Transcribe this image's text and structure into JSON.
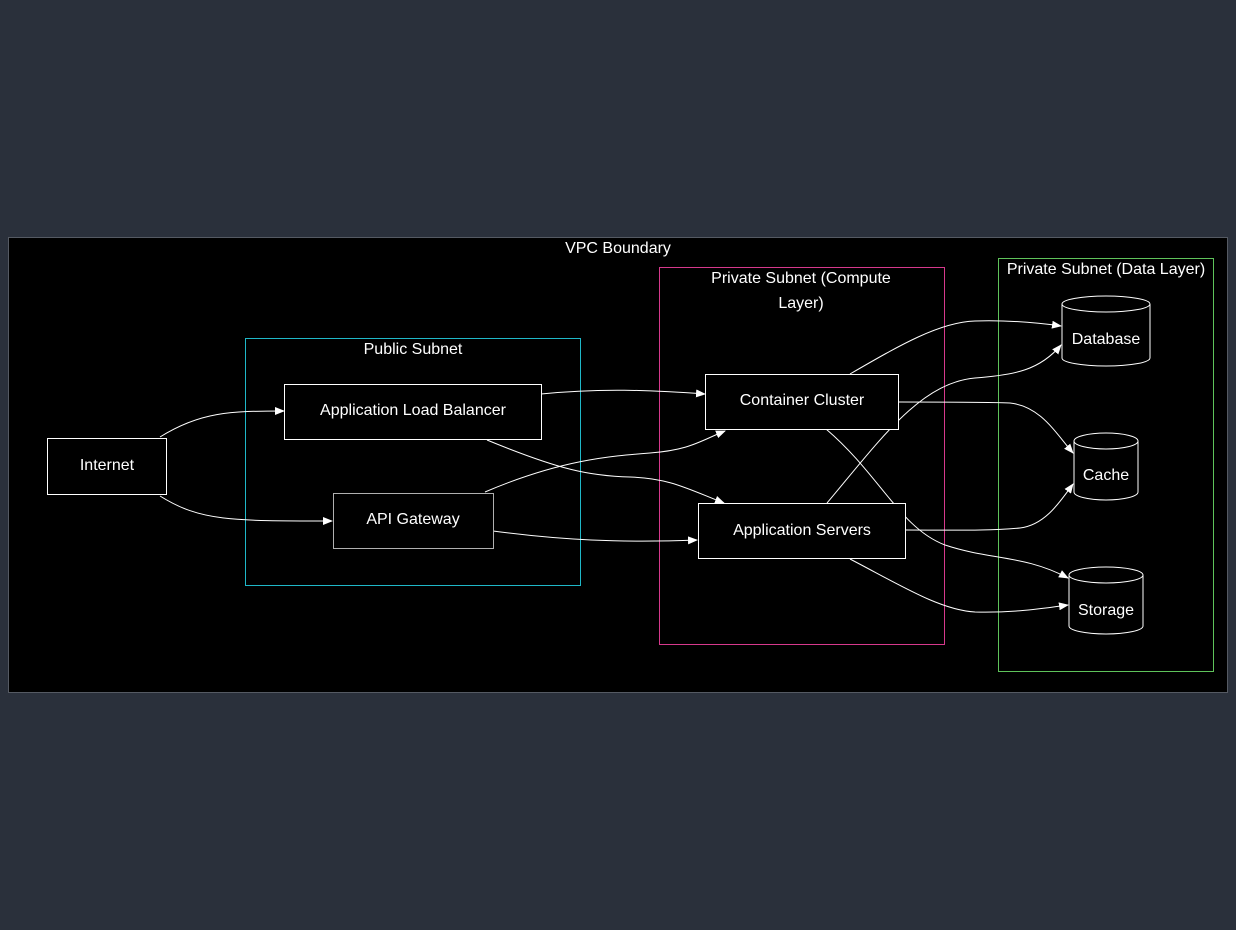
{
  "colors": {
    "page_background": "#2a303b",
    "vpc_fill": "#000000",
    "vpc_border": "#555a63",
    "public_subnet_border": "#1fb8c8",
    "compute_subnet_border": "#d6398c",
    "data_subnet_border": "#5ec25a",
    "node_border": "#ffffff",
    "edge": "#ffffff",
    "text": "#ffffff"
  },
  "groups": {
    "vpc": {
      "label": "VPC Boundary"
    },
    "public": {
      "label": "Public Subnet"
    },
    "compute": {
      "label_line1": "Private Subnet (Compute",
      "label_line2": "Layer)"
    },
    "data": {
      "label": "Private Subnet (Data Layer)"
    }
  },
  "nodes": {
    "internet": {
      "label": "Internet",
      "shape": "rectangle"
    },
    "alb": {
      "label": "Application Load Balancer",
      "shape": "rectangle"
    },
    "api_gateway": {
      "label": "API Gateway",
      "shape": "rectangle"
    },
    "container_cluster": {
      "label": "Container Cluster",
      "shape": "rectangle"
    },
    "app_servers": {
      "label": "Application Servers",
      "shape": "rectangle"
    },
    "database": {
      "label": "Database",
      "shape": "cylinder"
    },
    "cache": {
      "label": "Cache",
      "shape": "cylinder"
    },
    "storage": {
      "label": "Storage",
      "shape": "cylinder"
    }
  },
  "edges": [
    {
      "from": "Internet",
      "to": "Application Load Balancer"
    },
    {
      "from": "Internet",
      "to": "API Gateway"
    },
    {
      "from": "Application Load Balancer",
      "to": "Container Cluster"
    },
    {
      "from": "Application Load Balancer",
      "to": "Application Servers"
    },
    {
      "from": "API Gateway",
      "to": "Container Cluster"
    },
    {
      "from": "API Gateway",
      "to": "Application Servers"
    },
    {
      "from": "Container Cluster",
      "to": "Database"
    },
    {
      "from": "Container Cluster",
      "to": "Cache"
    },
    {
      "from": "Container Cluster",
      "to": "Storage"
    },
    {
      "from": "Application Servers",
      "to": "Database"
    },
    {
      "from": "Application Servers",
      "to": "Cache"
    },
    {
      "from": "Application Servers",
      "to": "Storage"
    }
  ]
}
